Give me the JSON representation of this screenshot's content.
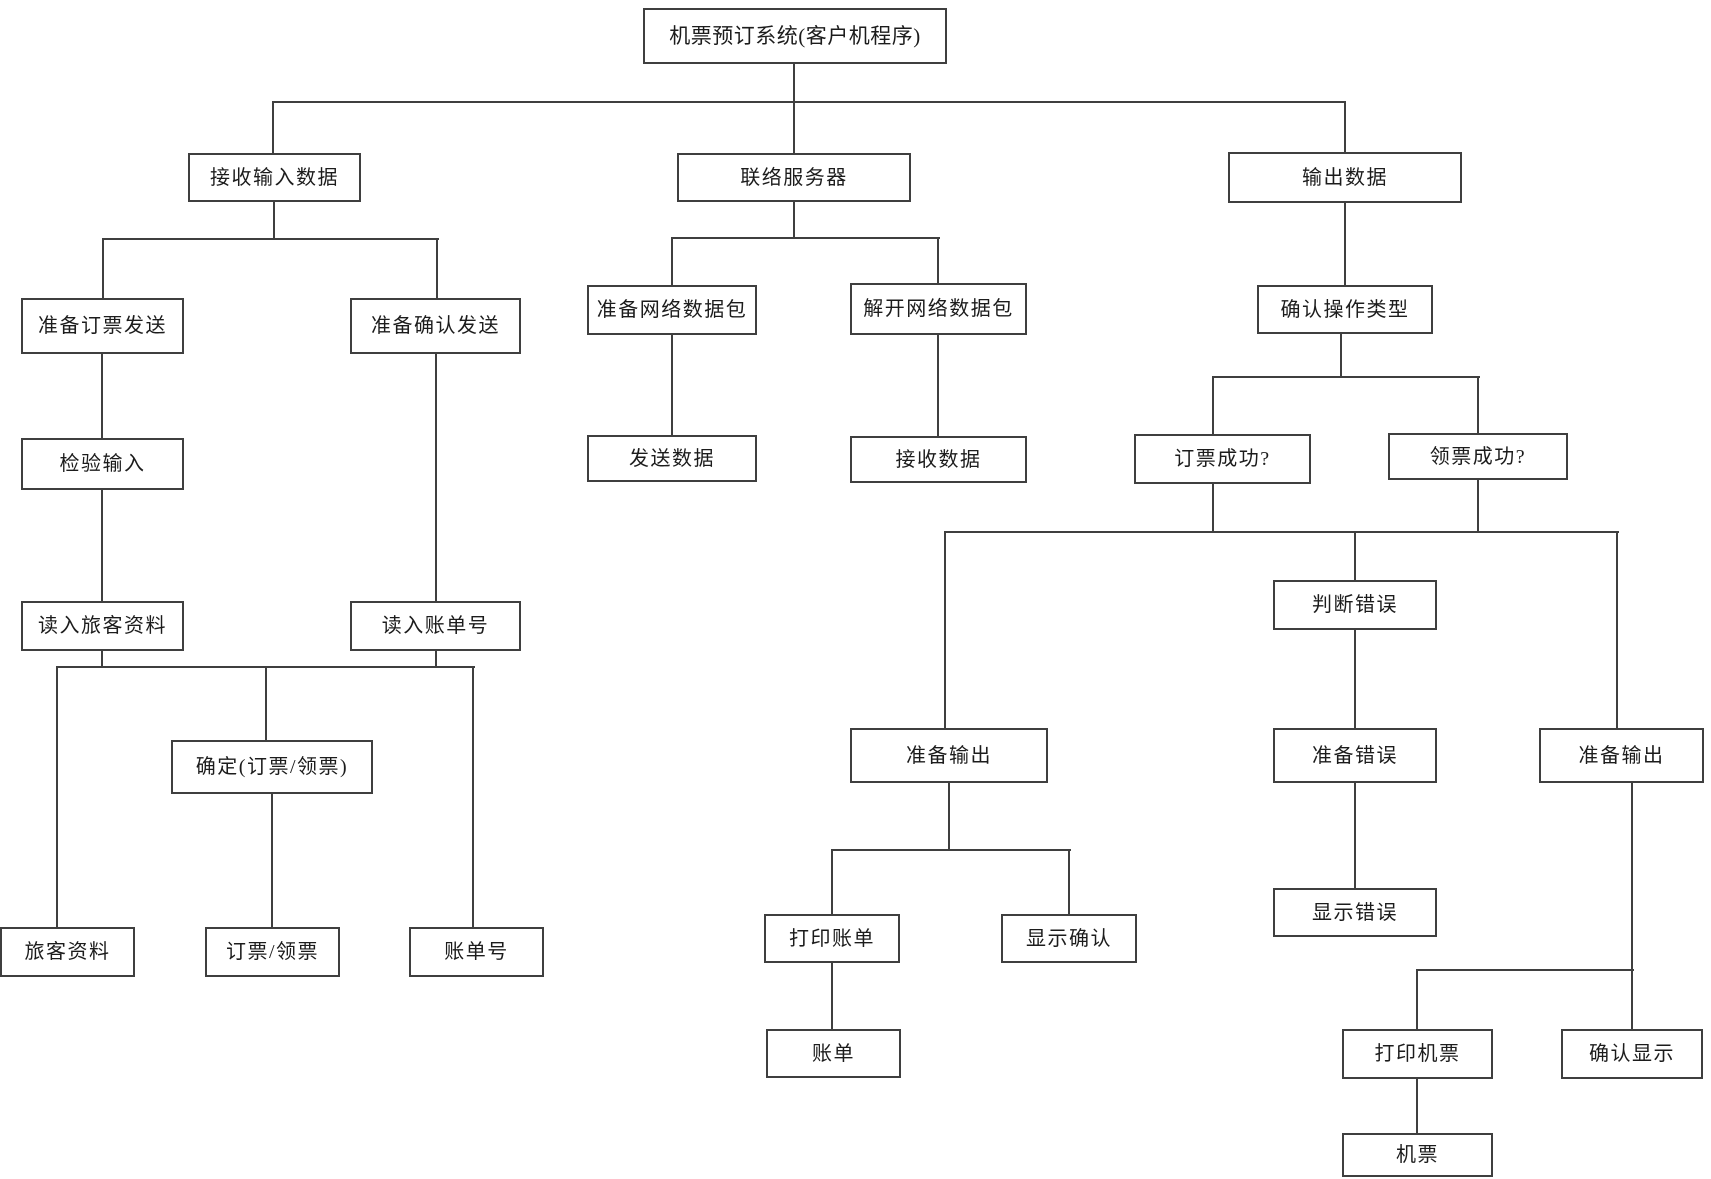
{
  "diagram": {
    "title": "机票预订系统(客户机程序)",
    "background_color": "#ffffff",
    "line_color": "#3f3f3f",
    "box_border_color": "#3f3f3f",
    "text_color": "#1c1c1c",
    "nodes": [
      {
        "id": "root",
        "label": "机票预订系统(客户机程序)"
      },
      {
        "id": "receive-input-data",
        "label": "接收输入数据"
      },
      {
        "id": "contact-server",
        "label": "联络服务器"
      },
      {
        "id": "output-data",
        "label": "输出数据"
      },
      {
        "id": "prep-booking-send",
        "label": "准备订票发送"
      },
      {
        "id": "prep-confirm-send",
        "label": "准备确认发送"
      },
      {
        "id": "prep-net-packet",
        "label": "准备网络数据包"
      },
      {
        "id": "unpack-net-packet",
        "label": "解开网络数据包"
      },
      {
        "id": "confirm-op-type",
        "label": "确认操作类型"
      },
      {
        "id": "check-input",
        "label": "检验输入"
      },
      {
        "id": "send-data",
        "label": "发送数据"
      },
      {
        "id": "receive-data",
        "label": "接收数据"
      },
      {
        "id": "booking-success",
        "label": "订票成功?"
      },
      {
        "id": "ticket-success",
        "label": "领票成功?"
      },
      {
        "id": "read-passenger-info",
        "label": "读入旅客资料"
      },
      {
        "id": "read-bill-no",
        "label": "读入账单号"
      },
      {
        "id": "judge-error",
        "label": "判断错误"
      },
      {
        "id": "confirm-booking-or-ticket",
        "label": "确定(订票/领票)"
      },
      {
        "id": "prep-output-left",
        "label": "准备输出"
      },
      {
        "id": "prep-error",
        "label": "准备错误"
      },
      {
        "id": "prep-output-right",
        "label": "准备输出"
      },
      {
        "id": "display-error",
        "label": "显示错误"
      },
      {
        "id": "passenger-info",
        "label": "旅客资料"
      },
      {
        "id": "booking-or-ticket",
        "label": "订票/领票"
      },
      {
        "id": "bill-no",
        "label": "账单号"
      },
      {
        "id": "print-bill",
        "label": "打印账单"
      },
      {
        "id": "display-confirm",
        "label": "显示确认"
      },
      {
        "id": "bill",
        "label": "账单"
      },
      {
        "id": "print-ticket",
        "label": "打印机票"
      },
      {
        "id": "confirm-display",
        "label": "确认显示"
      },
      {
        "id": "ticket",
        "label": "机票"
      }
    ],
    "links": [
      [
        "root",
        "receive-input-data"
      ],
      [
        "root",
        "contact-server"
      ],
      [
        "root",
        "output-data"
      ],
      [
        "receive-input-data",
        "prep-booking-send"
      ],
      [
        "receive-input-data",
        "prep-confirm-send"
      ],
      [
        "prep-booking-send",
        "check-input"
      ],
      [
        "check-input",
        "read-passenger-info"
      ],
      [
        "prep-confirm-send",
        "read-bill-no"
      ],
      [
        "read-passenger-info",
        "passenger-info"
      ],
      [
        "read-passenger-info",
        "confirm-booking-or-ticket"
      ],
      [
        "read-passenger-info",
        "bill-no"
      ],
      [
        "read-bill-no",
        "passenger-info"
      ],
      [
        "read-bill-no",
        "confirm-booking-or-ticket"
      ],
      [
        "read-bill-no",
        "bill-no"
      ],
      [
        "confirm-booking-or-ticket",
        "booking-or-ticket"
      ],
      [
        "contact-server",
        "prep-net-packet"
      ],
      [
        "contact-server",
        "unpack-net-packet"
      ],
      [
        "prep-net-packet",
        "send-data"
      ],
      [
        "unpack-net-packet",
        "receive-data"
      ],
      [
        "output-data",
        "confirm-op-type"
      ],
      [
        "confirm-op-type",
        "booking-success"
      ],
      [
        "confirm-op-type",
        "ticket-success"
      ],
      [
        "booking-success",
        "prep-output-left"
      ],
      [
        "booking-success",
        "judge-error"
      ],
      [
        "booking-success",
        "prep-output-right"
      ],
      [
        "ticket-success",
        "prep-output-left"
      ],
      [
        "ticket-success",
        "judge-error"
      ],
      [
        "ticket-success",
        "prep-output-right"
      ],
      [
        "judge-error",
        "prep-error"
      ],
      [
        "prep-error",
        "display-error"
      ],
      [
        "prep-output-left",
        "print-bill"
      ],
      [
        "prep-output-left",
        "display-confirm"
      ],
      [
        "print-bill",
        "bill"
      ],
      [
        "prep-output-right",
        "print-ticket"
      ],
      [
        "prep-output-right",
        "confirm-display"
      ],
      [
        "print-ticket",
        "ticket"
      ]
    ]
  }
}
